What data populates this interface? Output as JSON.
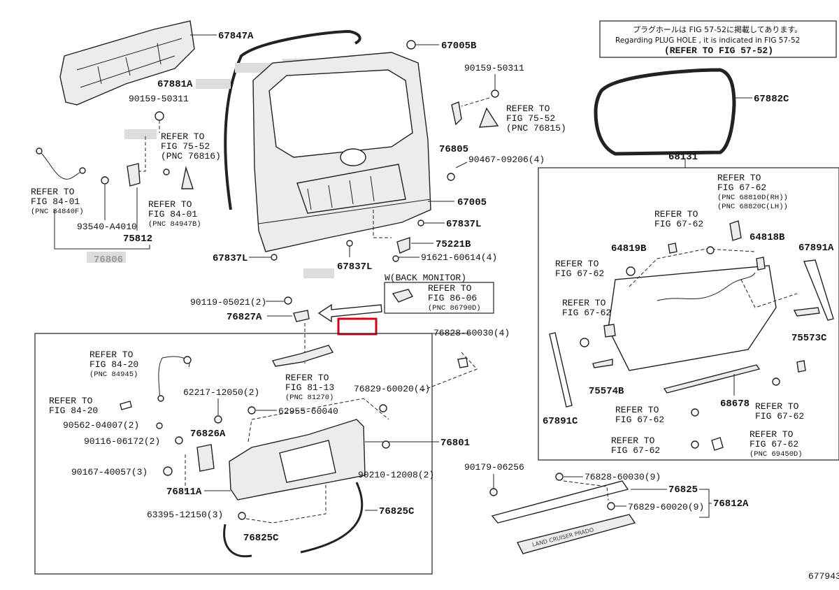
{
  "note": {
    "line1": "プラグホールは FIG 57-52に掲載してあります。",
    "line2": "Regarding PLUG HOLE , it is indicated in FIG 57-52",
    "line3": "(REFER TO FIG 57-52)"
  },
  "labels": {
    "p67847A": "67847A",
    "p67881A": "67881A",
    "p90159_left": "90159-50311",
    "ref_fig75_52_l1": "REFER TO",
    "ref_fig75_52_l2": "FIG 75-52",
    "ref_fig75_52_l3": "(PNC 76816)",
    "ref_fig84_01a_l1": "REFER TO",
    "ref_fig84_01a_l2": "FIG 84-01",
    "ref_fig84_01a_l3": "(PNC 84840F)",
    "ref_fig84_01b_l1": "REFER TO",
    "ref_fig84_01b_l2": "FIG 84-01",
    "ref_fig84_01b_l3": "(PNC 84947B)",
    "p93540": "93540-A4010",
    "p75812": "75812",
    "p76806": "76806",
    "p67005B": "67005B",
    "p90159_right": "90159-50311",
    "ref_fig75_52r_l1": "REFER TO",
    "ref_fig75_52r_l2": "FIG 75-52",
    "ref_fig75_52r_l3": "(PNC 76815)",
    "p76805": "76805",
    "p90467": "90467-09206(4)",
    "p67005": "67005",
    "p67837L_a": "67837L",
    "p67837L_b": "67837L",
    "p67837L_c": "67837L",
    "p75221B": "75221B",
    "p91621": "91621-60614(4)",
    "back_monitor": "W(BACK MONITOR)",
    "ref_fig86_06_l1": "REFER TO",
    "ref_fig86_06_l2": "FIG 86-06",
    "ref_fig86_06_l3": "(PNC 86790D)",
    "p90119": "90119-05021(2)",
    "p76827A": "76827A",
    "p76828_a": "76828-60030(4)",
    "ref_fig84_20a_l1": "REFER TO",
    "ref_fig84_20a_l2": "FIG 84-20",
    "ref_fig84_20a_l3": "(PNC 84945)",
    "ref_fig81_13_l1": "REFER TO",
    "ref_fig81_13_l2": "FIG 81-13",
    "ref_fig81_13_l3": "(PNC 81270)",
    "ref_fig84_20b_l1": "REFER TO",
    "ref_fig84_20b_l2": "FIG 84-20",
    "p62217": "62217-12050(2)",
    "p76829_a": "76829-60020(4)",
    "p62955": "62955-60040",
    "p90562": "90562-04007(2)",
    "p76826A": "76826A",
    "p90116": "90116-06172(2)",
    "p76801": "76801",
    "p90167": "90167-40057(3)",
    "p90210": "90210-12008(2)",
    "p76811A": "76811A",
    "p63395": "63395-12150(3)",
    "p76825C_a": "76825C",
    "p76825C_b": "76825C",
    "p67882C": "67882C",
    "p68131": "68131",
    "ref_fig67_62a_l1": "REFER TO",
    "ref_fig67_62a_l2": "FIG 67-62",
    "ref_fig67_62a_l3": "(PNC 68810D(RH))",
    "ref_fig67_62a_l4": "(PNC 68820C(LH))",
    "ref_fig67_62b_l1": "REFER TO",
    "ref_fig67_62b_l2": "FIG 67-62",
    "p64819B": "64819B",
    "p64818B": "64818B",
    "p67891A": "67891A",
    "ref_fig67_62c_l1": "REFER TO",
    "ref_fig67_62c_l2": "FIG 67-62",
    "ref_fig67_62d_l1": "REFER TO",
    "ref_fig67_62d_l2": "FIG 67-62",
    "p75573C": "75573C",
    "p75574B": "75574B",
    "p68678": "68678",
    "p67891C": "67891C",
    "ref_fig67_62e_l1": "REFER TO",
    "ref_fig67_62e_l2": "FIG 67-62",
    "ref_fig67_62f_l1": "REFER TO",
    "ref_fig67_62f_l2": "FIG 67-62",
    "ref_fig67_62g_l1": "REFER TO",
    "ref_fig67_62g_l2": "FIG 67-62",
    "ref_fig67_62h_l1": "REFER TO",
    "ref_fig67_62h_l2": "FIG 67-62",
    "ref_fig67_62h_l3": "(PNC 69450D)",
    "p90179": "90179-06256",
    "p76828_b": "76828-60030(9)",
    "p76825": "76825",
    "p76829_b": "76829-60020(9)",
    "p76812A": "76812A",
    "emblem": "LAND CRUISER PRADO",
    "fig_id": "677943"
  }
}
